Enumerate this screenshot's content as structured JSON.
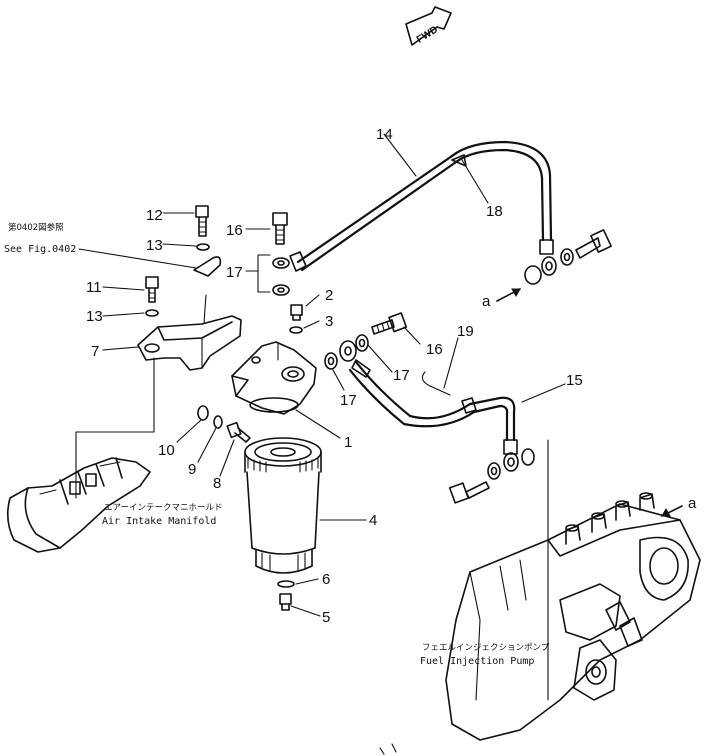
{
  "fwd_label": "FWD",
  "callouts": [
    "1",
    "2",
    "3",
    "4",
    "5",
    "6",
    "7",
    "8",
    "9",
    "10",
    "11",
    "12",
    "13",
    "13",
    "14",
    "15",
    "16",
    "16",
    "17",
    "17",
    "17",
    "18",
    "19"
  ],
  "view_marks": [
    "a",
    "a"
  ],
  "notes": {
    "see_fig_jp": "第0402図参照",
    "see_fig": "See Fig.0402",
    "air_intake_jp": "エアーインテークマニホールド",
    "air_intake": "Air Intake Manifold",
    "pump_jp": "フェエルインジェクションポンプ",
    "pump": "Fuel Injection Pump"
  }
}
